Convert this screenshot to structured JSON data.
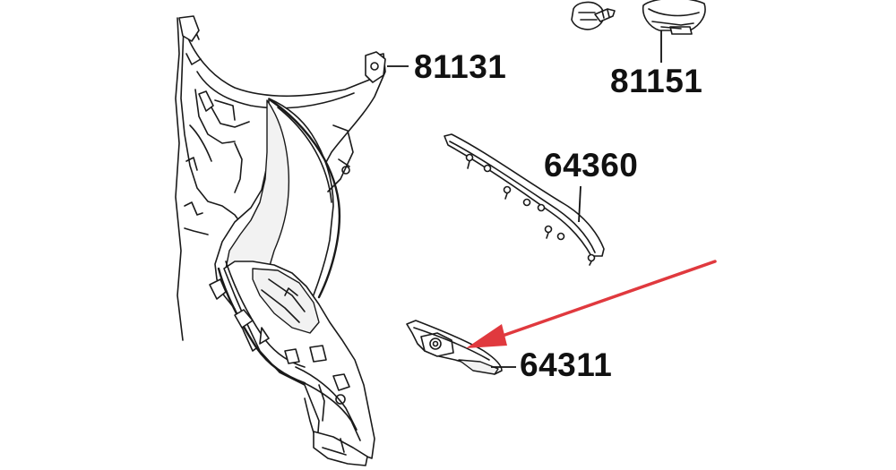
{
  "parts": [
    {
      "id": "81131",
      "label": "81131"
    },
    {
      "id": "81151",
      "label": "81151"
    },
    {
      "id": "64360",
      "label": "64360"
    },
    {
      "id": "64311",
      "label": "64311"
    }
  ],
  "colors": {
    "line": "#1a1a1a",
    "background": "#ffffff",
    "arrow": "#e0393e"
  }
}
